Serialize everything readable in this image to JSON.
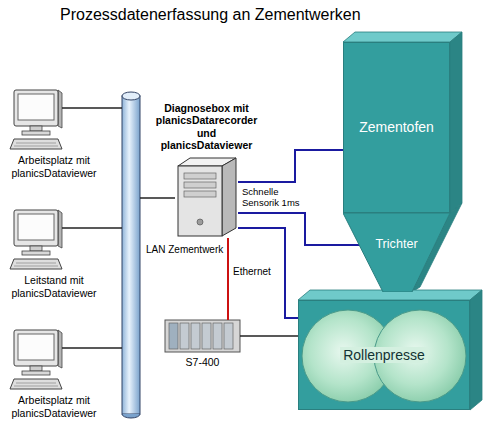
{
  "diagram": {
    "title": "Prozessdatenerfassung an Zementwerken",
    "nodes": [
      {
        "text": [
          "Arbeitsplatz mit planicsDataviewer"
        ]
      },
      {
        "text": [
          "Leitstand mit planicsDataviewer"
        ]
      },
      {
        "text": [
          "Arbeitsplatz mit planicsDataviewer"
        ]
      },
      {
        "text": [
          "LAN Zementwerk"
        ]
      },
      {
        "text": [
          "Diagnosebox mit planicsDatarecorder und planicsDataviewer"
        ]
      },
      {
        "text": [
          "Zementofen"
        ]
      },
      {
        "text": [
          "Trichter"
        ]
      },
      {
        "text": [
          "Rollenpresse"
        ]
      },
      {
        "text": [
          "S7-400"
        ]
      }
    ],
    "edges": [
      {
        "from": 0,
        "to": 3,
        "arrow": "none"
      },
      {
        "from": 1,
        "to": 3,
        "arrow": "none"
      },
      {
        "from": 2,
        "to": 3,
        "arrow": "none"
      },
      {
        "from": 3,
        "to": 4,
        "arrow": "none"
      },
      {
        "from": 4,
        "to": 5,
        "label": "Schnelle Sensorik 1ms",
        "arrow": "none"
      },
      {
        "from": 4,
        "to": 6,
        "arrow": "none"
      },
      {
        "from": 4,
        "to": 7,
        "arrow": "none"
      },
      {
        "from": 4,
        "to": 8,
        "label": "Ethernet",
        "arrow": "none"
      },
      {
        "from": 8,
        "to": 7,
        "arrow": "none"
      }
    ]
  }
}
